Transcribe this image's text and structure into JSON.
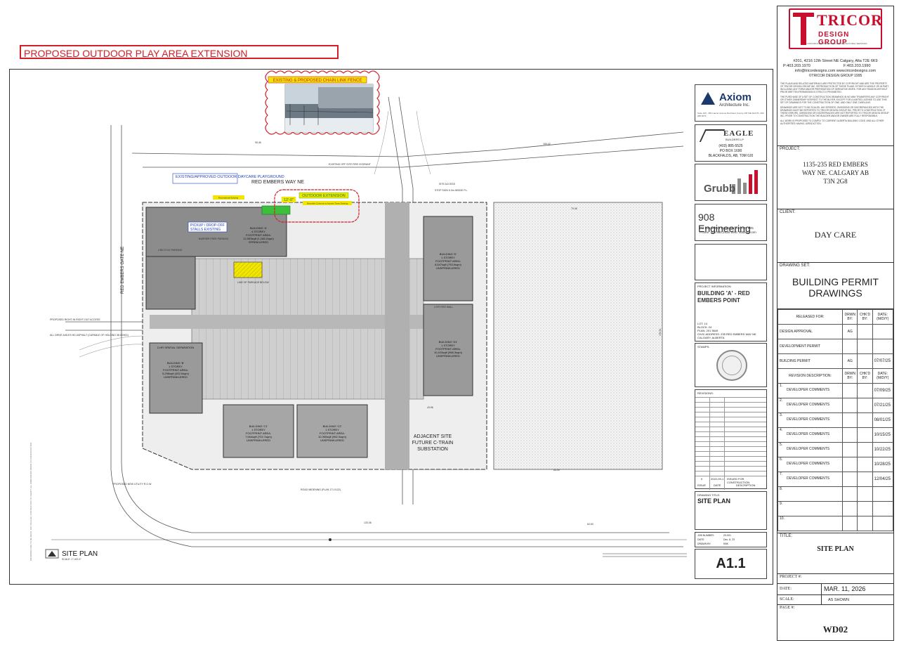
{
  "headline": "PROPOSED OUTDOOR PLAY AREA EXTENSION",
  "photo_caption": "EXISTING & PROPOSED CHAIN LINK FENCE",
  "outdoor_extension_label": "OUTDOOR EXTENSION",
  "extension_dimension": "12'-0\"",
  "extension_note": "Demolish Columns to Access Trees Existing",
  "extension_note_left": "Recreational Existing",
  "plan_labels": {
    "street_top": "RED EMBERS WAY NE",
    "street_left": "RED EMBERS GATE NE",
    "existing_playground": "EXISTING/APPROVED OUTDOOR DAYCARE PLAYGROUND",
    "pickup_dropoff_1": "PICKUP / DROP-OFF",
    "pickup_dropoff_2": "STALLS EXISTING",
    "building_a_1": "BUILDING 'A'",
    "building_a_2": "4 STOREY",
    "building_a_3": "FOOTPRINT AREA:",
    "building_a_4": "12,553sqft (1,166.2sqm)",
    "building_a_5": "SPRINKLERED",
    "building_b_1": "2-HR SPATIAL SEPARATION",
    "building_b_2": "BUILDING 'B'",
    "building_b_3": "1 STOREY",
    "building_b_4": "FOOTPRINT AREA:",
    "building_b_5": "5,296sqft (492.0sqm)",
    "building_b_6": "UNSPRINKLERED",
    "building_c1_1": "BUILDING 'C1'",
    "building_c1_2": "1 STOREY",
    "building_c1_3": "FOOTPRINT AREA:",
    "building_c1_4": "7,564sqft (702.7sqm)",
    "building_c1_5": "UNSPRINKLERED",
    "building_c2_1": "BUILDING 'C2'",
    "building_c2_2": "1 STOREY",
    "building_c2_3": "FOOTPRINT AREA:",
    "building_c2_4": "10,350sqft (962.0sqm)",
    "building_c2_5": "UNSPRINKLERED",
    "building_d_1": "BUILDING 'D'",
    "building_d_2": "1 STOREY",
    "building_d_3": "FOOTPRINT AREA:",
    "building_d_4": "8,547sqft (793.9sqm)",
    "building_d_5": "UNSPRINKLERED",
    "building_d1_1": "BUILDING 'D1'",
    "building_d1_2": "1 STOREY",
    "building_d1_3": "FOOTPRINT AREA:",
    "building_d1_4": "10,423sqft (968.3sqm)",
    "building_d1_5": "UNSPRINKLERED",
    "adjacent_site_1": "ADJACENT SITE",
    "adjacent_site_2": "FUTURE C-TRAIN",
    "adjacent_site_3": "SUBSTATION",
    "road_widening": "ROAD WIDENING (PLAN 171 0122)",
    "fire_wall": "4 HR FIRE WALL",
    "barrier_free": "BARRIER FREE PARKING",
    "bicycle_parking": "4 BICYCLE PARKING",
    "fire_hydrant": "EXISTING OFF SITE FIRE HYDRANT",
    "site_access": "SITE ACCESS",
    "stop_sign": "STOP SIGN 5.0m INSIDE P.L.",
    "line_of_parkade": "LINE OF PARKADE BELOW",
    "proposed_right_in": "PROPOSED RIGHT-IN RIGHT-OUT ACCESS",
    "all_drive_aisles": "ALL DRIVE AISLES HD ASPHALT (CAPABLE OF HOLDING 38,000KG)",
    "proposed_new_ut": "PROPOSED NEW UTILITY R.O.W",
    "dim_top_1": "95.46",
    "dim_top_2": "169.42",
    "dim_right_1": "79.46",
    "dim_right_2": "63.09",
    "dim_bottom_1": "133.36",
    "dim_bottom_2": "62.63",
    "dim_bottom_3": "43.96",
    "dim_right_vert": "193.51"
  },
  "site_plan_label": "SITE PLAN",
  "site_plan_scale": "SCALE: 1\"=40'-0\"",
  "consultants": {
    "axiom_name": "Axiom",
    "axiom_sub": "Architecture Inc.",
    "axiom_addr": "Suite 100 - 350 Laurier Avenue Red Deer County, AB T4E 0H1 Ph. 403-286-6071",
    "eagle_name": "EAGLE",
    "eagle_sub": "BUILDERS LP",
    "eagle_phone": "(403) 885-5525",
    "eagle_box": "PO BOX 1690",
    "eagle_city": "BLACKFALDS, AB, T0M 0J0",
    "grubb_name": "Grubb",
    "eng_name": "908 Engineering",
    "eng_addr": "PO Box 20020   Red Deer, AB  T4N 6X5",
    "eng_phone": "Phone: 403.986.2938   Web: 908eng.com"
  },
  "project_info": {
    "heading": "PROJECT INFORMATION:",
    "name": "BUILDING 'A' - RED EMBERS POINT",
    "lot": "LOT: 14",
    "block": "BLOCK: 24",
    "plan": "PLAN: 201 5649",
    "civic": "CIVIC ADDRESS: 235 RED EMBERS WAY NE",
    "city": "CALGARY, ALBERTA",
    "stamps": "STAMPS:",
    "revisions": "REVISIONS:",
    "rev_no": "0",
    "rev_date": "2022-09-1",
    "rev_desc": "ISSUED FOR CONSTRUCTION",
    "rev_h1": "ISSUE",
    "rev_h2": "DATE",
    "rev_h3": "DESCRIPTION",
    "drawing_title_label": "DRAWING TITLE:",
    "drawing_title": "SITE PLAN",
    "job_number_label": "JOB NUMBER:",
    "job_number": "20-001",
    "date_label": "DATE:",
    "date_value": "Dec. 8, 23",
    "drawn_by_label": "DRAWN BY:",
    "drawn_by": "KBK",
    "sheet": "A1.1"
  },
  "title_block": {
    "company_top": "TRICOR",
    "company_bottom": "DESIGN GROUP",
    "tagline": "CONSTRUCTION DRAWINGS & ARCHITECTURAL SERVICES",
    "address": "#201, 4216 12th Street NE Calgary, Alta T2E 6K9",
    "phone": "P:403.203.1970",
    "fax": "F:403.203.1990",
    "email": "info@tricordesigns.com   www.tricordesigns.com",
    "copyright": "©TRICOR DESIGN GROUP 1995",
    "notes_1": "THE PLANS AND RELATED MATERIALS ARE PROTECTED BY COPYRIGHT AND ARE THE PROPERTY OF TRICOR DESIGN GROUP INC. REPRODUCTION OF THESE PLANS, EITHER IN WHOLE OR IN PART, INCLUDING ANY FORM AND/OR PREPARATION OF DERIVATIVE WORK, FOR ANY REASON WITHOUT PRIOR WRITTEN PERMISSION IS STRICTLY PROHIBITED.",
    "notes_2": "THE PURCHASE OF A SET OF CONSTRUCTION DRAWINGS IN NO WAY TRANSFERS ANY COPYRIGHT OR OTHER OWNERSHIP INTEREST TO THE BUYER, EXCEPT FOR A LIMITED LICENSE TO USE THIS SET OF DRAWINGS FOR THE CONSTRUCTION OF ONE, AND ONLY ONE, DWELLING.",
    "notes_3": "DRAWINGS ARE NOT TO BE SCALED. ANY ERRORS, OMISSIONS OR DISCREPANCIES WITH THE DRAWINGS MUST BE REPORTED TO TRICOR DESIGN GROUP INC. PRIOR TO CONSTRUCTION. IF THESE ERRORS, OMISSIONS OR DISCREPANCIES ARE NOT REPORTED TO TRICOR DESIGN GROUP INC. PRIOR TO CONSTRUCTION THE BUILDER AND/OR OWNER ARE FULLY RESPONSIBLE.",
    "notes_4": "ALL WORK IS PROPOSED TO COMPLY TO CURRENT ALBERTA BUILDING CODE, AND ALL OTHER AUTHORITIES HAVING JURISDICTION.",
    "project_label": "PROJECT:",
    "project_1": "1135-235 RED EMBERS",
    "project_2": "WAY NE. CALGARY AB",
    "project_3": "T3N 2G8",
    "client_label": "CLIENT:",
    "client": "DAY CARE",
    "drawing_set_label": "DRAWING SET:",
    "drawing_set_1": "BUILDING PERMIT",
    "drawing_set_2": "DRAWINGS",
    "released_for": "RELEASED FOR:",
    "drwn_by": "DRWN BY:",
    "chkd_by": "CHK'D BY:",
    "date_mdy": "DATE: (M/D/Y)",
    "design_approval": "DESIGN APPROVAL",
    "design_approval_by": "AG",
    "development_permit": "DEVELOPMENT PERMIT",
    "building_permit": "BUILDING PERMIT",
    "building_permit_by": "AG",
    "building_permit_date": "07/07/25",
    "revision_description": "REVISION DESCRIPTION:",
    "revisions": [
      {
        "no": "1.",
        "desc": "DEVELOPER COMMENTS",
        "date": "07/09/25"
      },
      {
        "no": "2.",
        "desc": "DEVELOPER COMMENTS",
        "date": "07/21/25"
      },
      {
        "no": "3.",
        "desc": "DEVELOPER COMMENTS",
        "date": "08/01/25"
      },
      {
        "no": "4.",
        "desc": "DEVELOPER COMMENTS",
        "date": "10/15/25"
      },
      {
        "no": "5.",
        "desc": "DEVELOPER COMMENTS",
        "date": "10/22/25"
      },
      {
        "no": "6.",
        "desc": "DEVELOPER COMMENTS",
        "date": "10/28/25"
      },
      {
        "no": "7.",
        "desc": "DEVELOPER COMMENTS",
        "date": "12/04/25"
      },
      {
        "no": "8.",
        "desc": "",
        "date": ""
      },
      {
        "no": "9.",
        "desc": "",
        "date": ""
      },
      {
        "no": "10.",
        "desc": "",
        "date": ""
      }
    ],
    "title_label": "TITLE:",
    "title": "SITE PLAN",
    "project_no_label": "PROJECT #:",
    "date_label": "DATE:",
    "date": "MAR. 11, 2026",
    "scale_label": "SCALE:",
    "scale": "AS SHOWN",
    "page_label": "PAGE #:",
    "page": "WD02"
  },
  "colors": {
    "red": "#d21f2a",
    "building_fill": "#8c8c8c",
    "road_fill": "#c8c8c8",
    "playground_yellow": "#f2e600",
    "playground_green": "#3cbf3c",
    "blue_label": "#1f3fbf",
    "tricor_red": "#c8102e"
  }
}
